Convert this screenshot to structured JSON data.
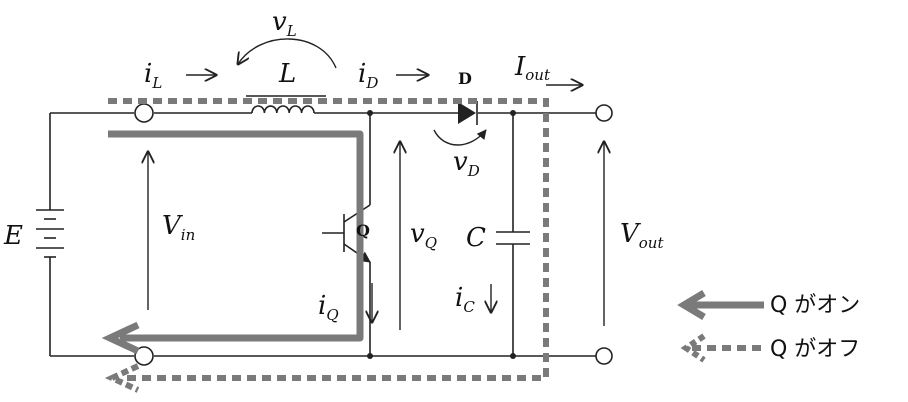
{
  "labels": {
    "vL_main": "v",
    "vL_sub": "L",
    "iL_main": "i",
    "iL_sub": "L",
    "L": "L",
    "iD_main": "i",
    "iD_sub": "D",
    "D": "D",
    "Iout_main": "I",
    "Iout_sub": "out",
    "vD_main": "v",
    "vD_sub": "D",
    "E": "E",
    "Vin_main": "V",
    "Vin_sub": "in",
    "Q": "Q",
    "vQ_main": "v",
    "vQ_sub": "Q",
    "iQ_main": "i",
    "iQ_sub": "Q",
    "C": "C",
    "iC_main": "i",
    "iC_sub": "C",
    "Vout_main": "V",
    "Vout_sub": "out"
  },
  "legend": {
    "on": "Q がオン",
    "off": "Q がオフ"
  },
  "colors": {
    "path": "#7a7a7a",
    "wire": "#222222"
  }
}
